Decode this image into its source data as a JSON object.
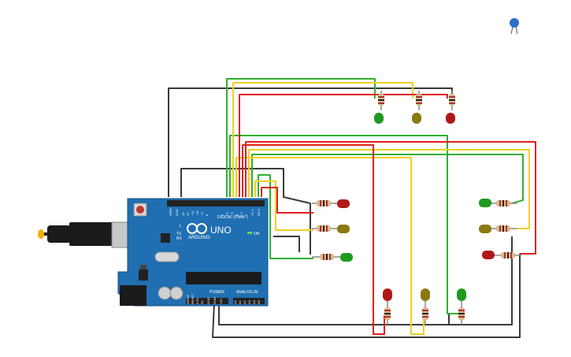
{
  "board": {
    "brand": "ARDUINO",
    "model": "UNO",
    "on_label": "ON",
    "tx_label": "TX",
    "rx_label": "RX",
    "l_label": "L",
    "digital_label": "DIGITAL (PWM~)",
    "power_label": "POWER",
    "analog_label": "ANALOG IN",
    "aref_label": "AREF",
    "gnd_label": "GND",
    "pin_13": "13",
    "pin_12": "12",
    "pin_11": "~11",
    "pin_10": "~10",
    "pin_9": "~9",
    "pin_8": "8",
    "pin_7": "7",
    "pin_6": "~6",
    "pin_5": "~5",
    "pin_4": "4",
    "pin_3": "~3",
    "pin_2": "2",
    "pin_tx": "TX 1",
    "pin_rx": "RX 0",
    "ioref": "IOREF",
    "reset": "RESET",
    "v33": "3.3V",
    "v5": "5V",
    "gnd1": "GND",
    "gnd2": "GND",
    "vin": "VIN",
    "a0": "A0",
    "a1": "A1",
    "a2": "A2",
    "a3": "A3",
    "a4": "A4",
    "a5": "A5"
  },
  "colors": {
    "board": "#1f6fb2",
    "wire_red": "#e02020",
    "wire_yellow": "#f0d020",
    "wire_green": "#30b030",
    "wire_black": "#3a3a3a",
    "led_red": "#b01818",
    "led_yellow": "#8a7a10",
    "led_green": "#1e9a1e"
  },
  "icons": {
    "toolbar": "capacitor-icon",
    "usb": "usb-plug-icon",
    "power": "dc-jack-icon"
  }
}
